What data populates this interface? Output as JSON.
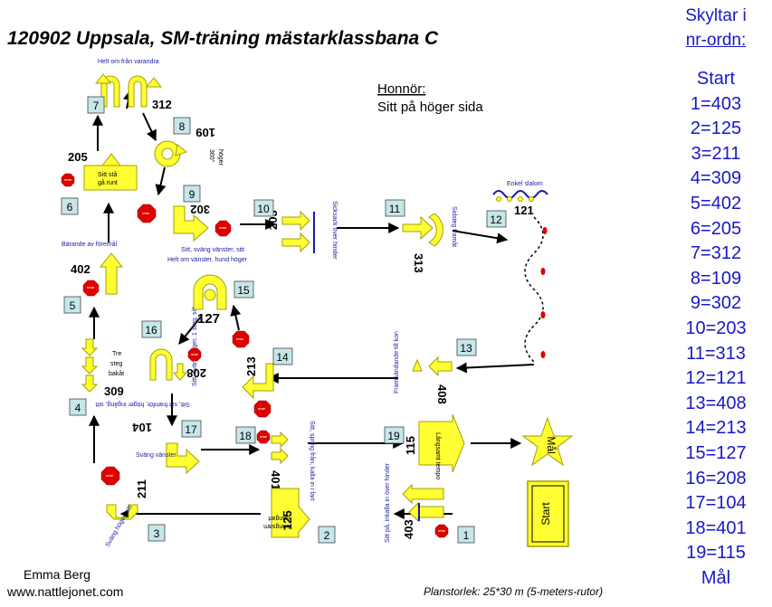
{
  "title": "120902 Uppsala, SM-träning mästarklassbana C",
  "honnor": {
    "heading": "Honnör:",
    "text": "Sitt på höger sida"
  },
  "footer": {
    "author": "Emma Berg",
    "website": "www.nattlejonet.com",
    "plansize": "Planstorlek: 25*30 m (5-meters-rutor)"
  },
  "sidebar": {
    "heading_line1": "Skyltar i",
    "heading_line2": "nr-ordn:",
    "items": [
      "Start",
      "1=403",
      "2=125",
      "3=211",
      "4=309",
      "5=402",
      "6=205",
      "7=312",
      "8=109",
      "9=302",
      "10=203",
      "11=313",
      "12=121",
      "13=408",
      "14=213",
      "15=127",
      "16=208",
      "17=104",
      "18=401",
      "19=115",
      "Mål"
    ]
  },
  "signs": {
    "s1": "403",
    "s2": "125",
    "s3": "211",
    "s4": "309",
    "s5": "402",
    "s6": "205",
    "s7": "312",
    "s8": "109",
    "s9": "302",
    "s10": "203",
    "s11": "313",
    "s12": "121",
    "s13": "408",
    "s14": "213",
    "s15": "127",
    "s16": "208",
    "s17": "104",
    "s18": "401",
    "s19": "115"
  },
  "stations": [
    "1",
    "2",
    "3",
    "4",
    "5",
    "6",
    "7",
    "8",
    "9",
    "10",
    "11",
    "12",
    "13",
    "14",
    "15",
    "16",
    "17",
    "18",
    "19"
  ],
  "labels": {
    "helt_om_fran": "Helt om från varandra",
    "sitt_sta_1": "Sitt stå",
    "sitt_sta_2": "gå runt",
    "barande": "Bärande av föremål",
    "tre_steg_1": "Tre",
    "tre_steg_2": "steg",
    "tre_steg_3": "bakåt",
    "svang_vanster": "Sitt, sväng vänster, sitt",
    "helt_om_vh": "Helt om vänster, hund höger",
    "vanster_3_60": "360°",
    "vanster_hoger": "höger",
    "sicksack": "Sicksack över hinder",
    "sidsteg": "Sidsteg framåt",
    "enkel_slalom": "Enkel slalom",
    "framsande": "Framsändande till kon",
    "sitt_sving_hoger": "Sitt, sväng höger, 1 steg, sitt",
    "sitt_sitt_framfor": "Sitt, sitt framför, höger ingång, sitt",
    "svang_vanster_2": "Sväng vänster",
    "sitt_spring": "Sitt, spring från, kalla in i fart",
    "langsamt": "Långsamt tempo",
    "sitt_pa": "Sitt på, inkalla in över hinder",
    "langsam_1": "Långsam",
    "langsam_2": "gångart",
    "svang_hoger_sitt": "Sväng höger, sitt",
    "start": "Start",
    "mal": "Mål",
    "stop": "STOP"
  },
  "colors": {
    "sign_fill": "#ffff33",
    "station_fill": "#c6e7ea",
    "stop_fill": "#e00000",
    "sidebar_text": "#1818c8",
    "label_text": "#1a1aa8"
  }
}
